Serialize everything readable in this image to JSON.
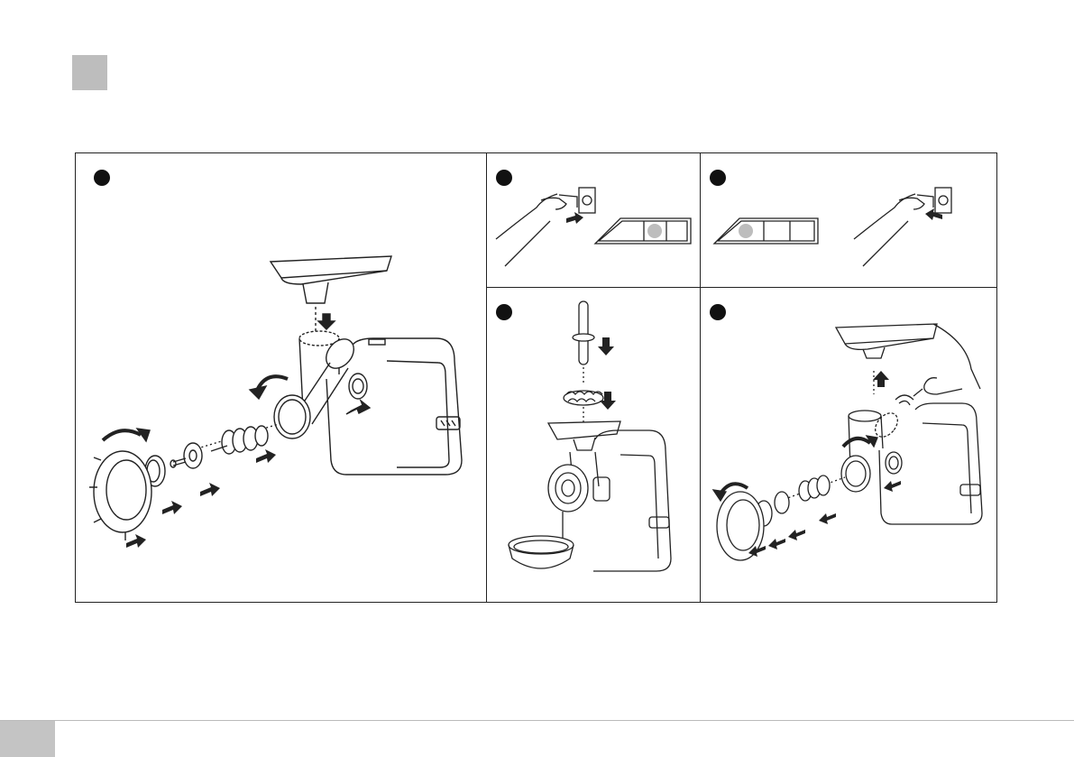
{
  "page": {
    "section_marker_color": "#bdbdbd",
    "page_tab_color": "#c4c4c4"
  },
  "steps": [
    {
      "id": "assemble",
      "icons": [
        "tray-icon",
        "feed-tube-icon",
        "auger-icon",
        "cutting-blade-icon",
        "grinding-plate-icon",
        "ring-nut-icon",
        "down-arrow-icon",
        "rotate-arrow-icon"
      ]
    },
    {
      "id": "plug-in",
      "icons": [
        "hand-plug-icon",
        "socket-icon",
        "control-panel-icon"
      ]
    },
    {
      "id": "unplug",
      "icons": [
        "control-panel-icon",
        "hand-plug-icon",
        "socket-icon"
      ]
    },
    {
      "id": "feed-meat",
      "icons": [
        "pusher-icon",
        "meat-icon",
        "meat-grinder-icon",
        "bowl-icon"
      ]
    },
    {
      "id": "disassemble",
      "icons": [
        "hand-press-icon",
        "release-button-icon",
        "tray-icon",
        "up-arrow-icon",
        "rotate-arrow-icon"
      ]
    }
  ]
}
